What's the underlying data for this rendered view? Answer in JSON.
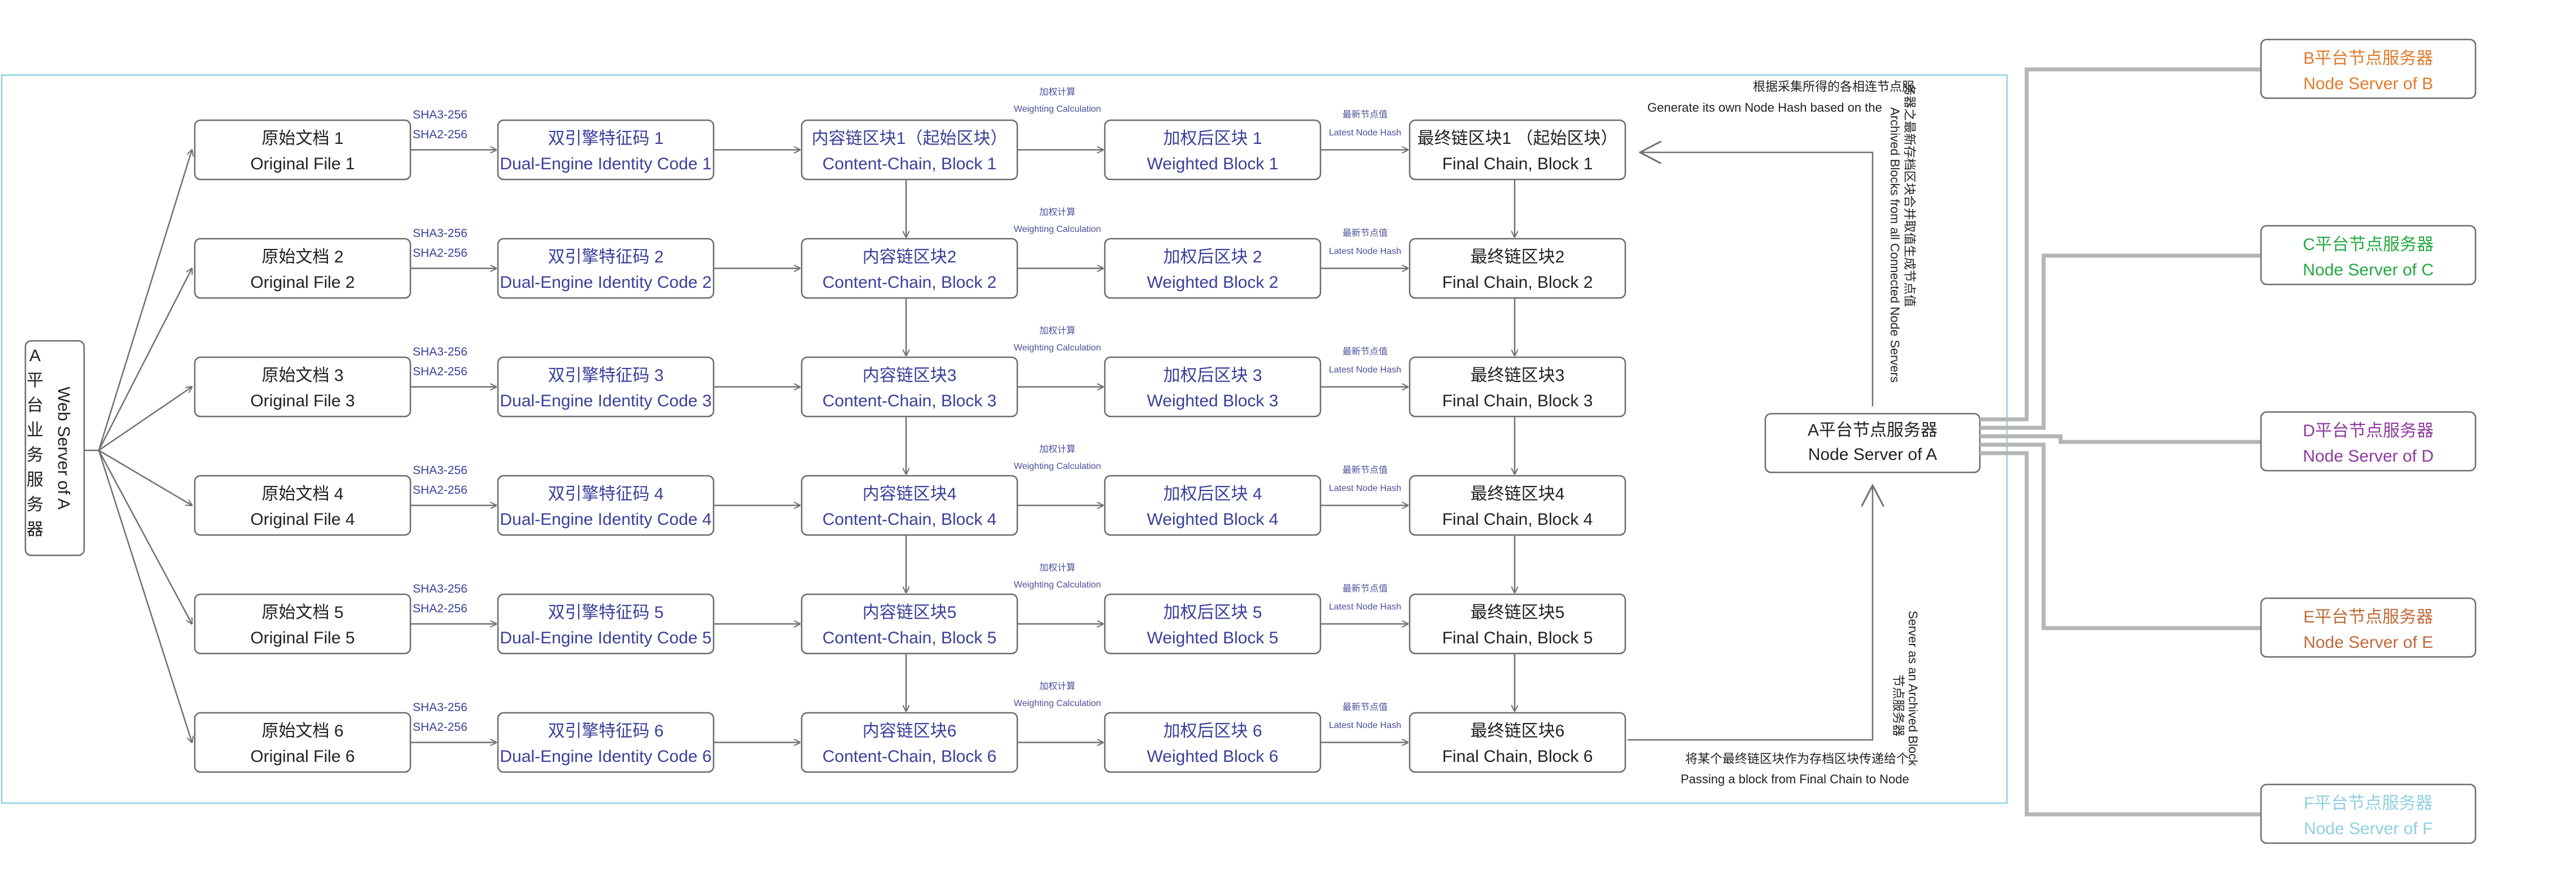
{
  "web_server": {
    "cn": "A平台业务服务器",
    "en": "Web Server of A"
  },
  "hash_labels": [
    "SHA3-256",
    "SHA2-256"
  ],
  "weighting_label": {
    "cn": "加权计算",
    "en": "Weighting Calculation"
  },
  "latest_hash_label": {
    "cn": "最新节点值",
    "en": "Latest Node Hash"
  },
  "rows": [
    {
      "file": {
        "cn": "原始文档 1",
        "en": "Original File 1"
      },
      "code": {
        "cn": "双引擎特征码 1",
        "en": "Dual-Engine Identity Code 1"
      },
      "content": {
        "cn": "内容链区块1（起始区块）",
        "en": "Content-Chain, Block 1"
      },
      "weighted": {
        "cn": "加权后区块 1",
        "en": "Weighted Block 1"
      },
      "final": {
        "cn": "最终链区块1 （起始区块）",
        "en": "Final Chain, Block 1"
      }
    },
    {
      "file": {
        "cn": "原始文档 2",
        "en": "Original File 2"
      },
      "code": {
        "cn": "双引擎特征码 2",
        "en": "Dual-Engine Identity Code 2"
      },
      "content": {
        "cn": "内容链区块2",
        "en": "Content-Chain, Block 2"
      },
      "weighted": {
        "cn": "加权后区块 2",
        "en": "Weighted Block 2"
      },
      "final": {
        "cn": "最终链区块2",
        "en": "Final Chain, Block 2"
      }
    },
    {
      "file": {
        "cn": "原始文档 3",
        "en": "Original File 3"
      },
      "code": {
        "cn": "双引擎特征码 3",
        "en": "Dual-Engine Identity Code 3"
      },
      "content": {
        "cn": "内容链区块3",
        "en": "Content-Chain, Block 3"
      },
      "weighted": {
        "cn": "加权后区块 3",
        "en": "Weighted Block 3"
      },
      "final": {
        "cn": "最终链区块3",
        "en": "Final Chain, Block 3"
      }
    },
    {
      "file": {
        "cn": "原始文档 4",
        "en": "Original File 4"
      },
      "code": {
        "cn": "双引擎特征码 4",
        "en": "Dual-Engine Identity Code 4"
      },
      "content": {
        "cn": "内容链区块4",
        "en": "Content-Chain, Block 4"
      },
      "weighted": {
        "cn": "加权后区块 4",
        "en": "Weighted Block 4"
      },
      "final": {
        "cn": "最终链区块4",
        "en": "Final Chain, Block 4"
      }
    },
    {
      "file": {
        "cn": "原始文档 5",
        "en": "Original File 5"
      },
      "code": {
        "cn": "双引擎特征码 5",
        "en": "Dual-Engine Identity Code 5"
      },
      "content": {
        "cn": "内容链区块5",
        "en": "Content-Chain, Block 5"
      },
      "weighted": {
        "cn": "加权后区块 5",
        "en": "Weighted Block 5"
      },
      "final": {
        "cn": "最终链区块5",
        "en": "Final Chain, Block 5"
      }
    },
    {
      "file": {
        "cn": "原始文档 6",
        "en": "Original File 6"
      },
      "code": {
        "cn": "双引擎特征码 6",
        "en": "Dual-Engine Identity Code 6"
      },
      "content": {
        "cn": "内容链区块6",
        "en": "Content-Chain, Block 6"
      },
      "weighted": {
        "cn": "加权后区块 6",
        "en": "Weighted Block 6"
      },
      "final": {
        "cn": "最终链区块6",
        "en": "Final Chain, Block 6"
      }
    }
  ],
  "node_a": {
    "cn": "A平台节点服务器",
    "en": "Node Server of A"
  },
  "top_note": {
    "cn": "根据采集所得的各相连节点服",
    "en": "Generate its own Node Hash based on the",
    "vcn": "务器之最新存档区块合并取值生成节点值",
    "ven": "Archived Blocks from all Connected Node Servers"
  },
  "bottom_note": {
    "cn": "将某个最终链区块作为存档区块传递给个",
    "en": "Passing a block from Final Chain to Node",
    "vcn": "节点服务器",
    "ven": "Server as an Archived Block"
  },
  "peer_nodes": [
    {
      "cn": "B平台节点服务器",
      "en": "Node Server of B",
      "color": "#e07b2e"
    },
    {
      "cn": "C平台节点服务器",
      "en": "Node Server of C",
      "color": "#26a843"
    },
    {
      "cn": "D平台节点服务器",
      "en": "Node Server of D",
      "color": "#8e3a9e"
    },
    {
      "cn": "E平台节点服务器",
      "en": "Node Server of E",
      "color": "#c06a3a"
    },
    {
      "cn": "F平台节点服务器",
      "en": "Node Server of F",
      "color": "#8fd0e0"
    }
  ],
  "colors": {
    "frame": "#8fd3dc",
    "text_blue": "#3a3f9a",
    "bus": "#b5b5b5"
  }
}
